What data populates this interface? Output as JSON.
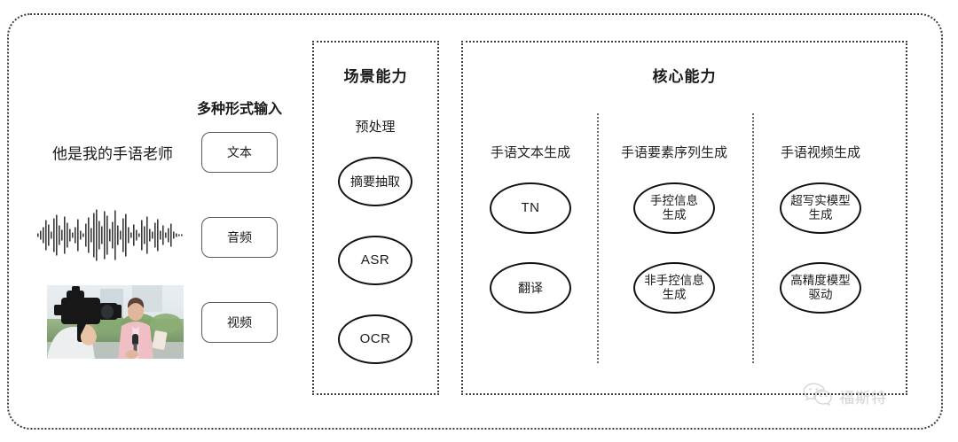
{
  "diagram": {
    "input_section": {
      "heading": "多种形式输入",
      "sample_text": "他是我的手语老师",
      "modalities": [
        {
          "label": "文本",
          "media": "text"
        },
        {
          "label": "音频",
          "media": "waveform"
        },
        {
          "label": "视频",
          "media": "photo"
        }
      ]
    },
    "scene_panel": {
      "title": "场景能力",
      "group_label": "预处理",
      "nodes": [
        {
          "label": "摘要抽取"
        },
        {
          "label": "ASR"
        },
        {
          "label": "OCR"
        }
      ]
    },
    "core_panel": {
      "title": "核心能力",
      "columns": [
        {
          "label": "手语文本生成",
          "nodes": [
            {
              "label": "TN"
            },
            {
              "label": "翻译"
            }
          ]
        },
        {
          "label": "手语要素序列生成",
          "nodes": [
            {
              "label": "手控信息\n生成"
            },
            {
              "label": "非手控信息\n生成"
            }
          ]
        },
        {
          "label": "手语视频生成",
          "nodes": [
            {
              "label": "超写实模型\n生成"
            },
            {
              "label": "高精度模型\n驱动"
            }
          ]
        }
      ]
    },
    "watermark": {
      "icon": "wechat-icon",
      "text": "福斯特"
    },
    "colors": {
      "frame": "#3c3c3c",
      "node_stroke": "#111111",
      "pill_stroke": "#555a63",
      "text": "#1a1a1a",
      "background": "#ffffff"
    }
  }
}
